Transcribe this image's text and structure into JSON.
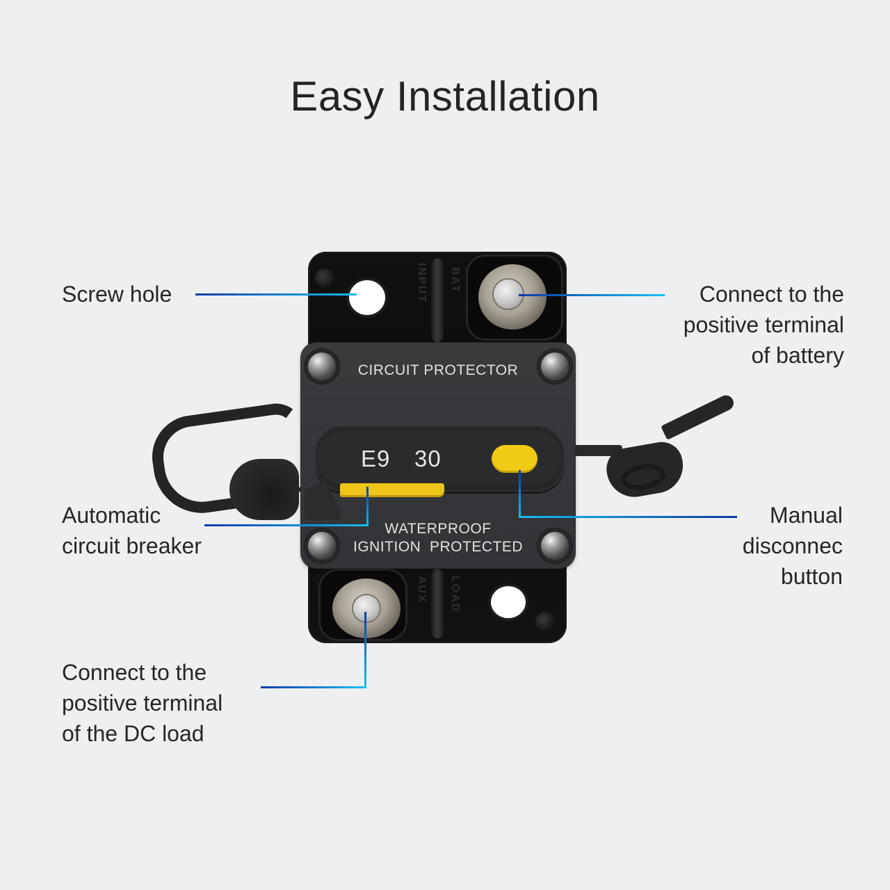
{
  "title": "Easy Installation",
  "device": {
    "cover_top_text": "CIRCUIT PROTECTOR",
    "model": "E9",
    "amperage": "30",
    "cover_bottom_text_1": "WATERPROOF",
    "cover_bottom_text_2": "IGNITION  PROTECTED",
    "emboss_top": "INPUT BAT",
    "emboss_bottom": "AUX LOAD"
  },
  "callouts": {
    "screw_hole": {
      "label": "Screw hole"
    },
    "battery": {
      "lines": [
        "Connect to the",
        "positive terminal",
        "of battery"
      ]
    },
    "auto_breaker": {
      "lines": [
        "Automatic",
        "circuit breaker"
      ]
    },
    "manual_disconnect": {
      "lines": [
        "Manual",
        "disconnec",
        "button"
      ]
    },
    "dc_load": {
      "lines": [
        "Connect to the",
        "positive terminal",
        "of the DC load"
      ]
    }
  },
  "colors": {
    "background": "#eeeff1",
    "line_dark": "#0b3aa6",
    "line_light": "#19bff2",
    "indicator_yellow": "#f2cb17"
  }
}
